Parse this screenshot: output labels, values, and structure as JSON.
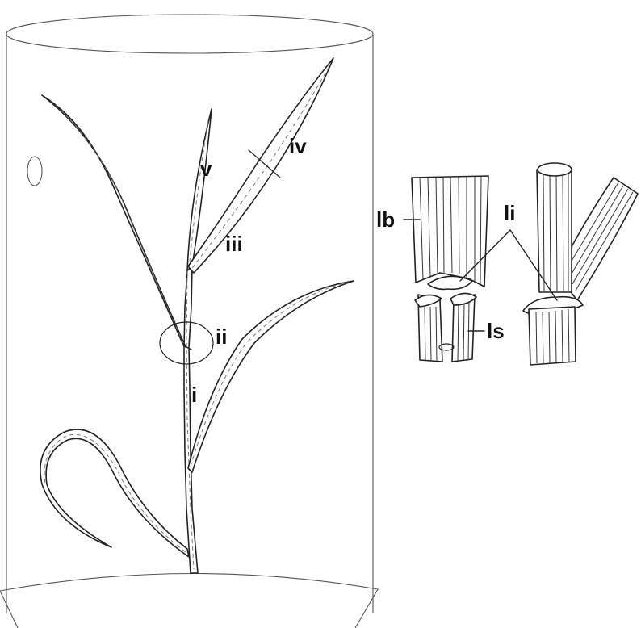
{
  "labels": {
    "internode_i": "i",
    "node_ii": "ii",
    "leaf_iii": "iii",
    "leaf_iv": "iv",
    "leaf_v": "v",
    "leaf_blade": "lb",
    "ligule": "li",
    "leaf_sheath": "ls"
  }
}
